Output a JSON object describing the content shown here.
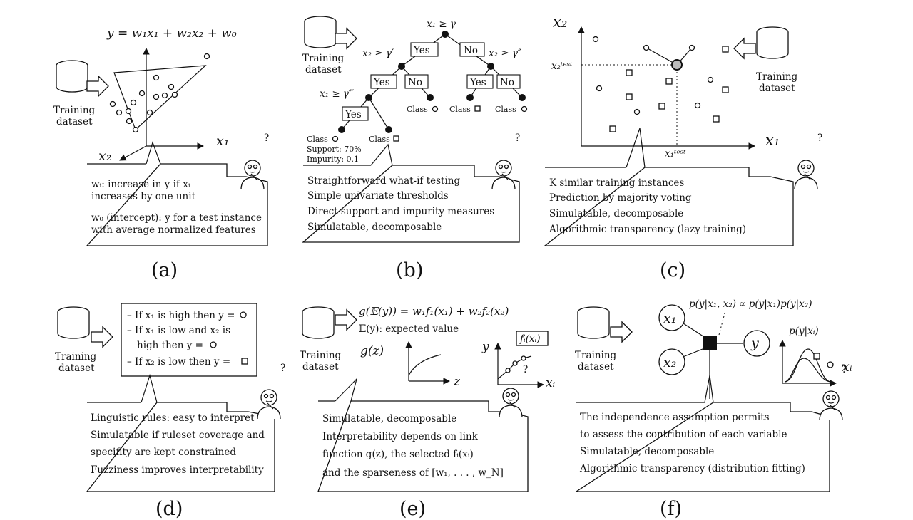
{
  "panels": {
    "a": {
      "caption": "(a)",
      "equation": "y = w₁x₁ + w₂x₂ + w₀",
      "axis_x1": "x₁",
      "axis_x2": "x₂",
      "axis_y": "",
      "dataset": [
        "Training",
        "dataset"
      ],
      "bubble": [
        "wᵢ: increase in y if xᵢ",
        "increases by one unit",
        "w₀ (intercept): y for a test instance",
        "with average normalized features"
      ]
    },
    "b": {
      "caption": "(b)",
      "dataset": [
        "Training",
        "dataset"
      ],
      "root_cond": "x₁ ≥ γ",
      "left_cond": "x₂ ≥ γ′",
      "right_cond": "x₂ ≥ γ″",
      "ll_cond": "x₁ ≥ γ‴",
      "yes": "Yes",
      "no": "No",
      "class": "Class",
      "support": "Support: 70%",
      "impurity": "Impurity: 0.1",
      "bubble": [
        "Straightforward what-if testing",
        "Simple univariate thresholds",
        "Direct support and impurity measures",
        "Simulatable, decomposable"
      ]
    },
    "c": {
      "caption": "(c)",
      "axis_x1": "x₁",
      "axis_x2": "x₂",
      "test_x1": "x₁ᵗᵉˢᵗ",
      "test_x2": "x₂ᵗᵉˢᵗ",
      "dataset": [
        "Training",
        "dataset"
      ],
      "bubble": [
        "K similar training instances",
        "Prediction by majority voting",
        "Simulatable, decomposable",
        "Algorithmic transparency (lazy training)"
      ]
    },
    "d": {
      "caption": "(d)",
      "dataset": [
        "Training",
        "dataset"
      ],
      "rules": [
        "– If x₁ is high then y =",
        "– If x₁ is low and x₂ is",
        "high then y =",
        "– If x₂ is low then y ="
      ],
      "bubble": [
        "Linguistic rules: easy to interpret",
        "Simulatable if ruleset coverage and",
        "specifity are kept constrained",
        "Fuzziness improves interpretability"
      ]
    },
    "e": {
      "caption": "(e)",
      "dataset": [
        "Training",
        "dataset"
      ],
      "equation": "g(𝔼(y)) = w₁f₁(x₁) + w₂f₂(x₂)",
      "expected": "𝔼(y): expected value",
      "gz": "g(z)",
      "z": "z",
      "y": "y",
      "xi": "xᵢ",
      "fi": "fᵢ(xᵢ)",
      "bubble": [
        "Simulatable, decomposable",
        "Interpretability depends on link",
        "function g(z), the selected fᵢ(xᵢ)",
        "and the sparseness of [w₁, . . . , w_N]"
      ]
    },
    "f": {
      "caption": "(f)",
      "dataset": [
        "Training",
        "dataset"
      ],
      "x1": "x₁",
      "x2": "x₂",
      "y": "y",
      "factor": "p(y|x₁, x₂) ∝ p(y|x₁)p(y|x₂)",
      "pyxi": "p(y|xᵢ)",
      "xi": "xᵢ",
      "bubble": [
        "The independence assumption permits",
        "to assess the contribution of each variable",
        "Simulatable, decomposable",
        "Algorithmic transparency (distribution fitting)"
      ]
    }
  },
  "question_mark": "?"
}
